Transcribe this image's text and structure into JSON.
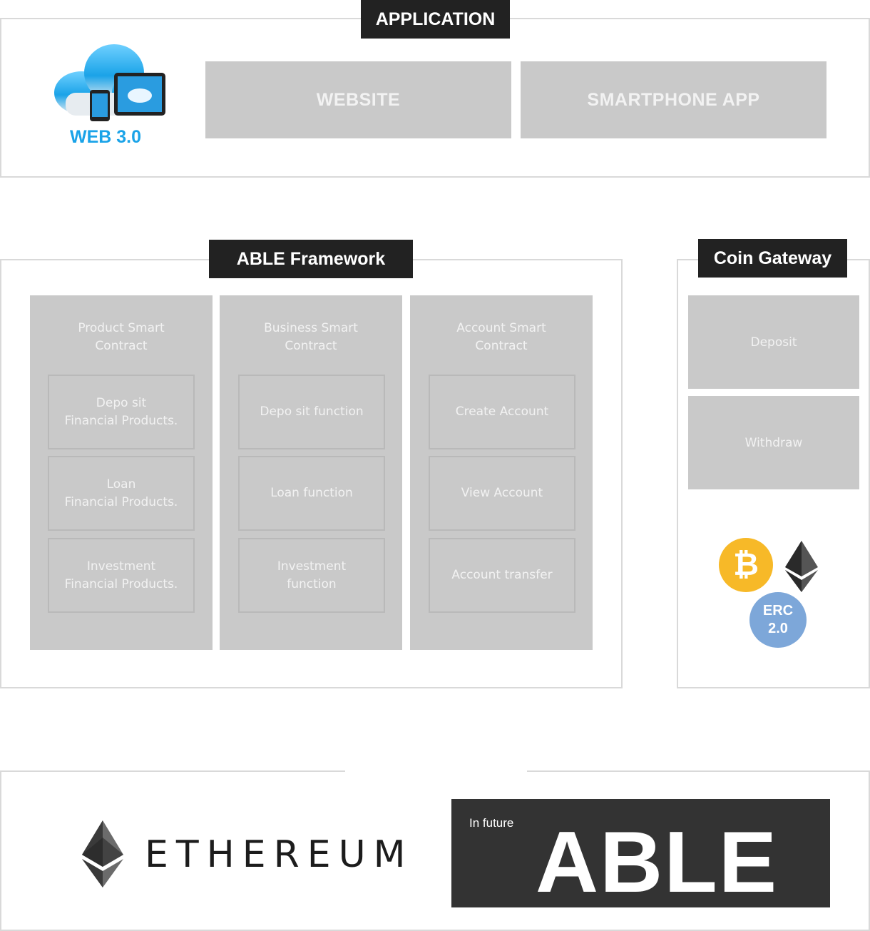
{
  "application": {
    "tag": "APPLICATION",
    "web3_label": "WEB 3.0",
    "website": "WEBSITE",
    "smartphone_app": "SMARTPHONE APP"
  },
  "framework": {
    "tag": "ABLE Framework",
    "columns": [
      {
        "title": "Product Smart\nContract",
        "items": [
          "Depo sit\nFinancial Products.",
          "Loan\nFinancial Products.",
          "Investment\nFinancial Products."
        ]
      },
      {
        "title": "Business Smart\nContract",
        "items": [
          "Depo sit function",
          "Loan function",
          "Investment\nfunction"
        ]
      },
      {
        "title": "Account Smart\nContract",
        "items": [
          "Create Account",
          "View Account",
          "Account transfer"
        ]
      }
    ]
  },
  "gateway": {
    "tag": "Coin Gateway",
    "deposit": "Deposit",
    "withdraw": "Withdraw",
    "erc_line1": "ERC",
    "erc_line2": "2.0"
  },
  "platform": {
    "ethereum": "ETHEREUM",
    "in_future": "In future",
    "able": "ABLE"
  },
  "colors": {
    "tag_bg": "#222222",
    "box_gray": "#c9c9c9",
    "web3_blue": "#1aa3e8",
    "bitcoin": "#f7b928",
    "erc": "#7da7d9",
    "able_bg": "#333333"
  }
}
